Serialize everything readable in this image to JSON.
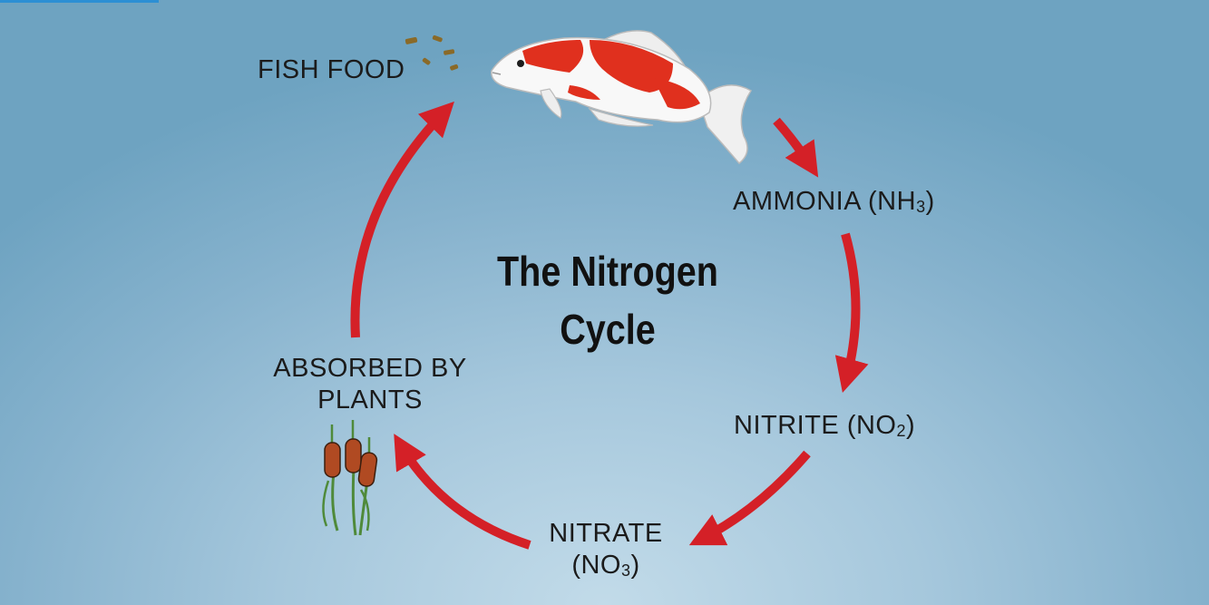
{
  "diagram": {
    "title_line1": "The Nitrogen",
    "title_line2": "Cycle",
    "nodes": {
      "fish_food": "FISH FOOD",
      "ammonia": "AMMONIA (NH",
      "ammonia_sub": "3",
      "nitrite": "NITRITE (NO",
      "nitrite_sub": "2",
      "nitrate_line1": "NITRATE",
      "nitrate_line2": "(NO",
      "nitrate_sub": "3",
      "absorbed_line1": "ABSORBED BY",
      "absorbed_line2": "PLANTS"
    },
    "closing_paren": ")"
  },
  "colors": {
    "arrow": "#d42027",
    "fish_red": "#e0301e",
    "fish_white": "#f8f8f8",
    "cattail": "#b04a22",
    "reed": "#4f8a3a",
    "food": "#8a6a28"
  },
  "icons": [
    "koi-fish-icon",
    "fish-food-pellets-icon",
    "cattail-plant-icon"
  ]
}
